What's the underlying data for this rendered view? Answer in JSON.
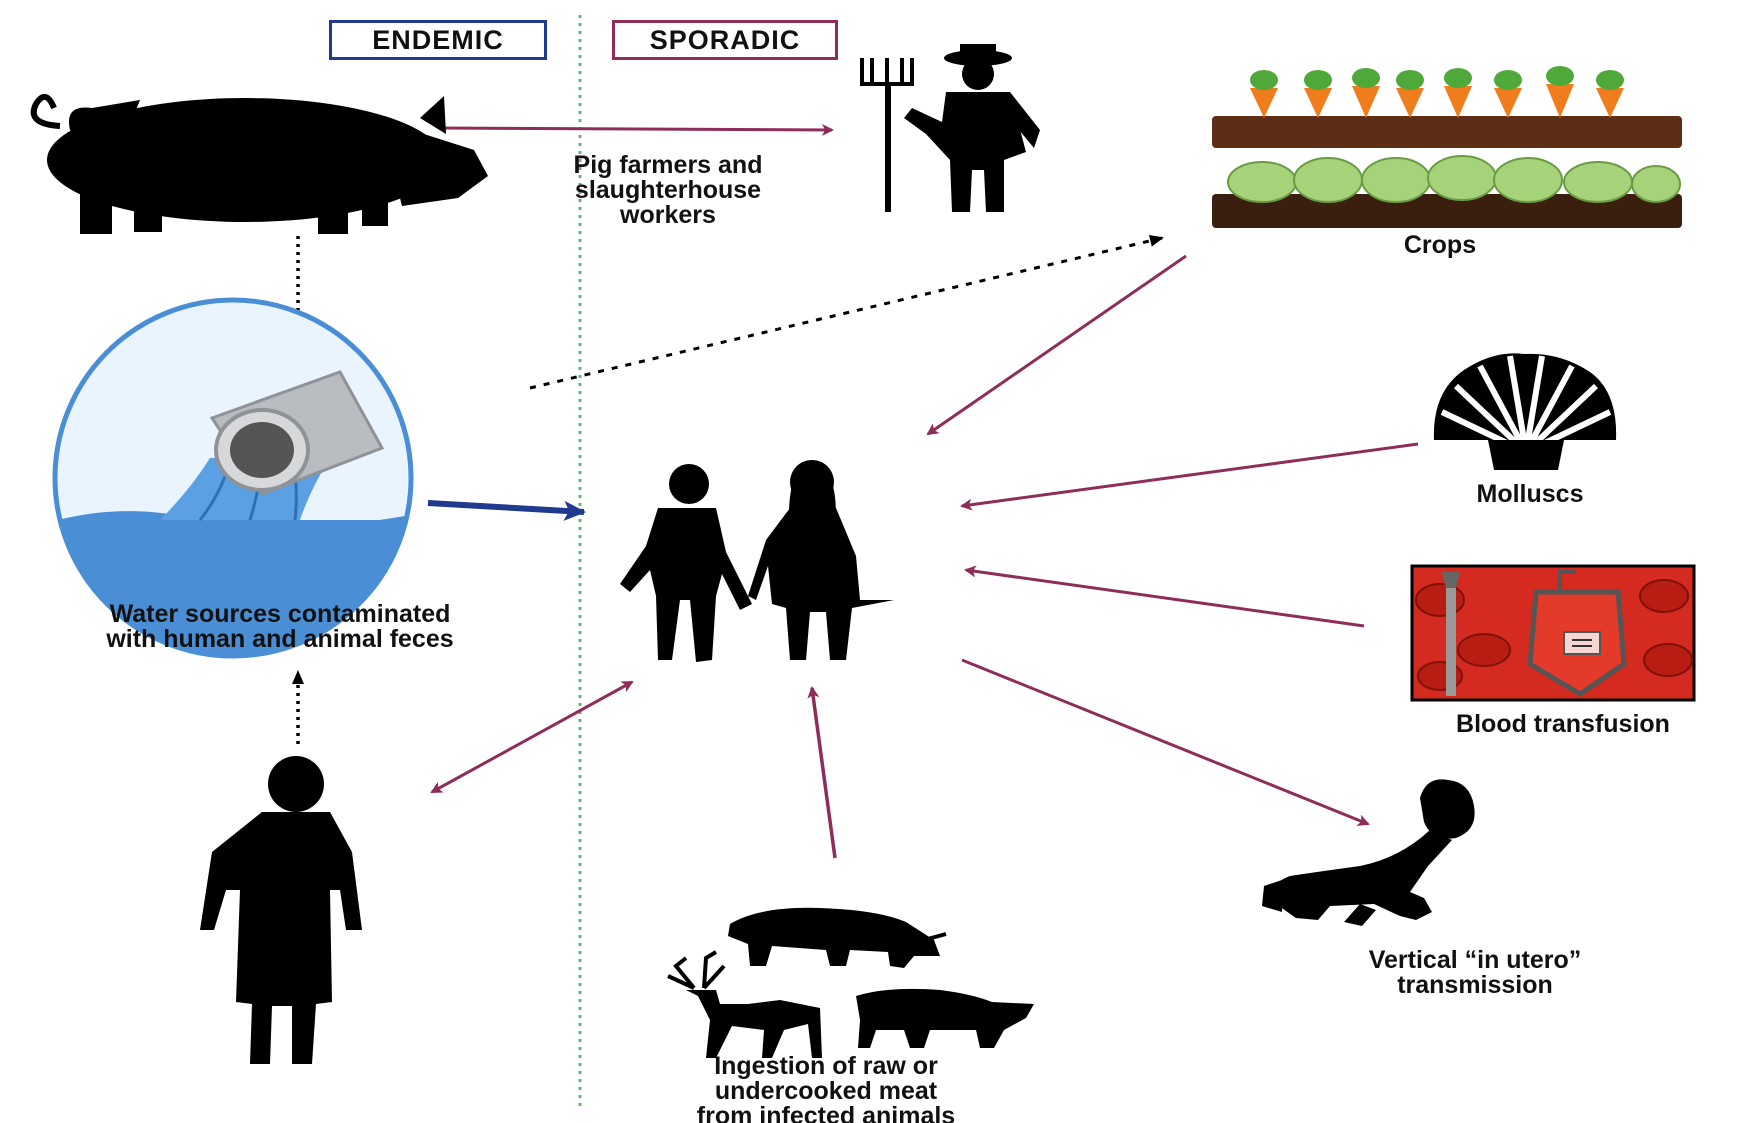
{
  "categories": {
    "endemic": "ENDEMIC",
    "sporadic": "SPORADIC"
  },
  "labels": {
    "pig_farmers": "Pig farmers and\nslaughterhouse\nworkers",
    "crops": "Crops",
    "water": "Water sources contaminated\nwith human and animal feces",
    "molluscs": "Molluscs",
    "blood": "Blood transfusion",
    "vertical": "Vertical “in utero”\ntransmission",
    "ingestion": "Ingestion of raw or\nundercooked meat\nfrom infected animals"
  },
  "colors": {
    "endemic": "#1f3a8f",
    "sporadic": "#8e2c5a",
    "divider": "#6db56d",
    "silhouette": "#000000",
    "water": "#4a8fd6",
    "blood": "#d42a1f"
  },
  "icons": [
    "pig-icon",
    "farmer-icon",
    "crops-icon",
    "water-pipe-icon",
    "couple-icon",
    "shell-icon",
    "blood-bag-icon",
    "man-icon",
    "animals-icon",
    "baby-icon"
  ]
}
